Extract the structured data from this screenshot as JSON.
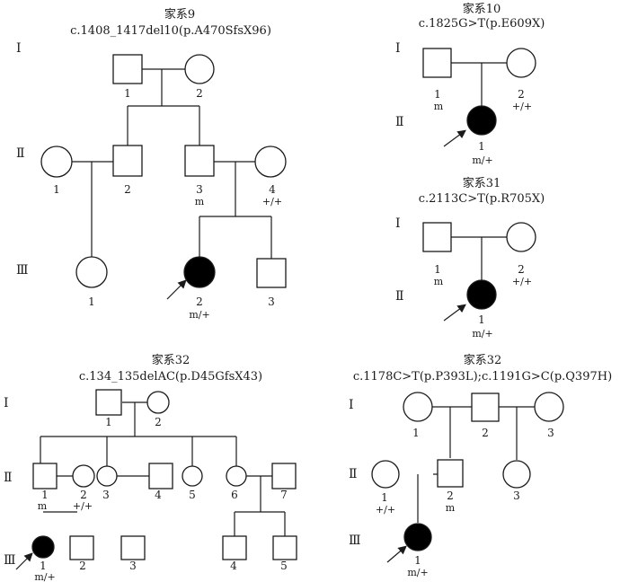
{
  "families": {
    "f9": {
      "name": "家系9",
      "mutation": "c.1408_1417del10(p.A470SfsX96)"
    },
    "f10": {
      "name": "家系10",
      "mutation": "c.1825G>T(p.E609X)"
    },
    "f31": {
      "name": "家系31",
      "mutation": "c.2113C>T(p.R705X)"
    },
    "f32a": {
      "name": "家系32",
      "mutation": "c.134_135delAC(p.D45GfsX43)"
    },
    "f32b": {
      "name": "家系32",
      "mutation": "c.1178C>T(p.P393L);c.1191G>C(p.Q397H)"
    }
  },
  "generations": {
    "I": "Ⅰ",
    "II": "Ⅱ",
    "III": "Ⅲ"
  },
  "labels": {
    "f9": {
      "I1": "1",
      "I2": "2",
      "II1": "1",
      "II2": "2",
      "II3": "3",
      "II3g": "m",
      "II4": "4",
      "II4g": "+/+",
      "III1": "1",
      "III2": "2",
      "III2g": "m/+",
      "III3": "3"
    },
    "f10": {
      "I1": "1",
      "I1g": "m",
      "I2": "2",
      "I2g": "+/+",
      "II1": "1",
      "II1g": "m/+"
    },
    "f31": {
      "I1": "1",
      "I1g": "m",
      "I2": "2",
      "I2g": "+/+",
      "II1": "1",
      "II1g": "m/+"
    },
    "f32a": {
      "I1": "1",
      "I2": "2",
      "II1": "1",
      "II1g": "m",
      "II2": "2",
      "II2g": "+/+",
      "II3": "3",
      "II4": "4",
      "II5": "5",
      "II6": "6",
      "II7": "7",
      "III1": "1",
      "III1g": "m/+",
      "III2": "2",
      "III3": "3",
      "III4": "4",
      "III5": "5"
    },
    "f32b": {
      "I1": "1",
      "I2": "2",
      "I3": "3",
      "II1": "1",
      "II1g": "+/+",
      "II2": "2",
      "II2g": "m",
      "II3": "3",
      "III1": "1",
      "III1g": "m/+"
    }
  },
  "colors": {
    "line": "#1a1a1a",
    "affected": "#000000",
    "unaffected": "#ffffff"
  }
}
